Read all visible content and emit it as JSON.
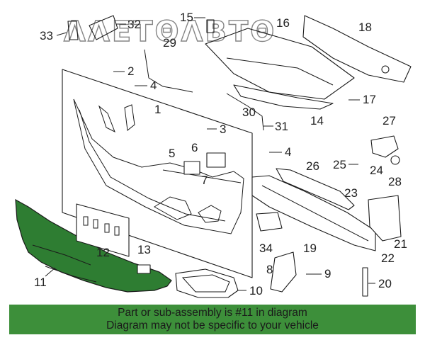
{
  "watermark": "ΛΛΕΤΘΛΒΤΘ",
  "highlight_color": "#2e7d32",
  "footer": {
    "background": "#3d8f3a",
    "line1": "Part or sub-assembly is #11 in diagram",
    "line2": "Diagram may not be specific to your vehicle"
  },
  "callouts": {
    "c1": "1",
    "c2": "2",
    "c3": "3",
    "c4a": "4",
    "c4b": "4",
    "c5": "5",
    "c6": "6",
    "c7": "7",
    "c8": "8",
    "c9": "9",
    "c10": "10",
    "c11": "11",
    "c12": "12",
    "c13": "13",
    "c14": "14",
    "c15": "15",
    "c16": "16",
    "c17": "17",
    "c18": "18",
    "c19": "19",
    "c20": "20",
    "c21": "21",
    "c22": "22",
    "c23": "23",
    "c24": "24",
    "c25": "25",
    "c26": "26",
    "c27": "27",
    "c28": "28",
    "c29": "29",
    "c30": "30",
    "c31": "31",
    "c32": "32",
    "c33": "33",
    "c34": "34"
  }
}
